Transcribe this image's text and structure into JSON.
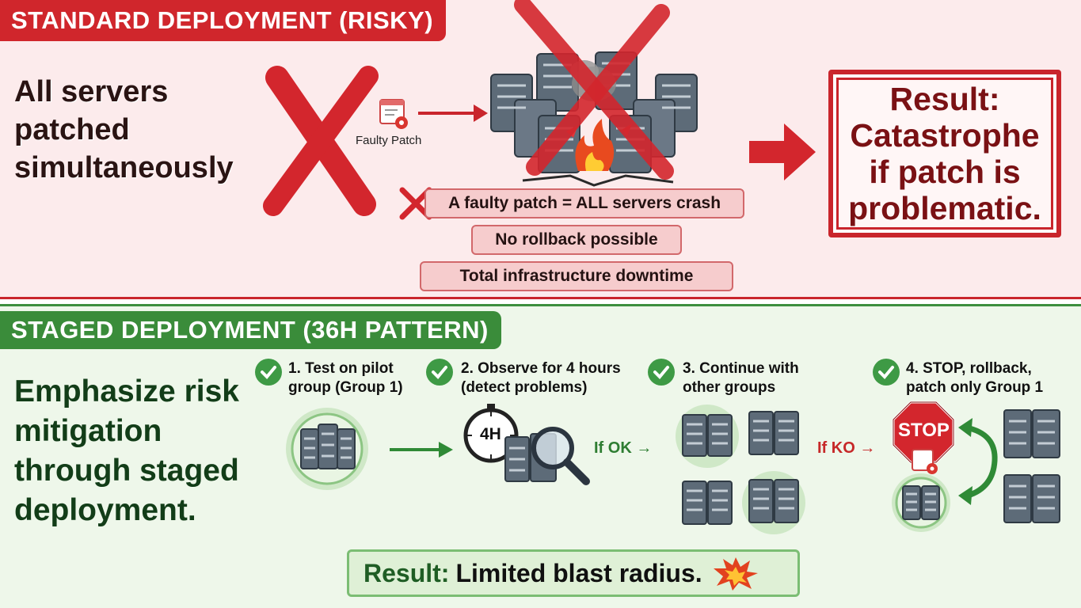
{
  "top": {
    "banner": "STANDARD DEPLOYMENT (RISKY)",
    "heading_lines": [
      "All servers",
      "patched",
      "simultaneously"
    ],
    "faulty_patch_label": "Faulty Patch",
    "consequences": [
      "A faulty patch = ALL servers crash",
      "No rollback possible",
      "Total infrastructure downtime"
    ],
    "result_lines": [
      "Result:",
      "Catastrophe",
      "if patch is",
      "problematic."
    ]
  },
  "bottom": {
    "banner": "STAGED DEPLOYMENT (36H PATTERN)",
    "heading_lines": [
      "Emphasize risk",
      "mitigation",
      "through staged",
      "deployment."
    ],
    "steps": [
      {
        "line1": "1. Test on pilot",
        "line2": "group (Group 1)"
      },
      {
        "line1": "2. Observe for 4 hours",
        "line2": "(detect problems)"
      },
      {
        "line1": "3. Continue with",
        "line2": "other groups"
      },
      {
        "line1": "4. STOP, rollback,",
        "line2": "patch only Group 1"
      }
    ],
    "timer_label": "4H",
    "if_ok": "If OK →",
    "if_ko": "If KO →",
    "stop_sign": "STOP",
    "result_prefix": "Result:",
    "result_main": "Limited blast radius."
  },
  "colors": {
    "danger_red": "#c9252c",
    "success_green": "#3a8c3a",
    "server_body": "#5d6b78"
  },
  "icons": [
    "x-mark-icon",
    "patch-icon",
    "server-icon",
    "fire-icon",
    "arrow-right-icon",
    "check-icon",
    "stopwatch-icon",
    "magnifier-icon",
    "stop-sign-icon",
    "explosion-icon",
    "rollback-arrow-icon"
  ]
}
